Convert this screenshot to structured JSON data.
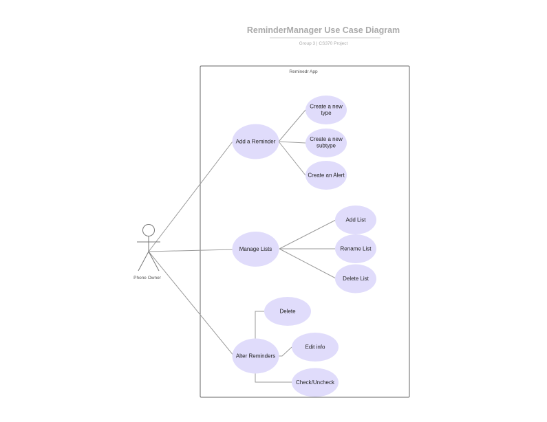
{
  "header": {
    "title": "ReminderManager Use Case Diagram",
    "subtitle": "Group 3 |  CS370 Project"
  },
  "system": {
    "label": "Reminedr App"
  },
  "actor": {
    "label": "Phone Owner"
  },
  "use_cases": {
    "add_reminder": [
      "Add a Reminder"
    ],
    "create_type": [
      "Create a new",
      "type"
    ],
    "create_subtype": [
      "Create a new",
      "subtype"
    ],
    "create_alert": [
      "Create an Alert"
    ],
    "manage_lists": [
      "Manage Lists"
    ],
    "add_list": [
      "Add List"
    ],
    "rename_list": [
      "Rename List"
    ],
    "delete_list": [
      "Delete List"
    ],
    "alter_reminders": [
      "Alter Reminders"
    ],
    "delete": [
      "Delete"
    ],
    "edit_info": [
      "Edit info"
    ],
    "check_uncheck": [
      "Check/Uncheck"
    ]
  },
  "colors": {
    "use_case_fill": "#e0dcfb",
    "connector": "#9a9a9a",
    "title": "#aaaaaa"
  }
}
